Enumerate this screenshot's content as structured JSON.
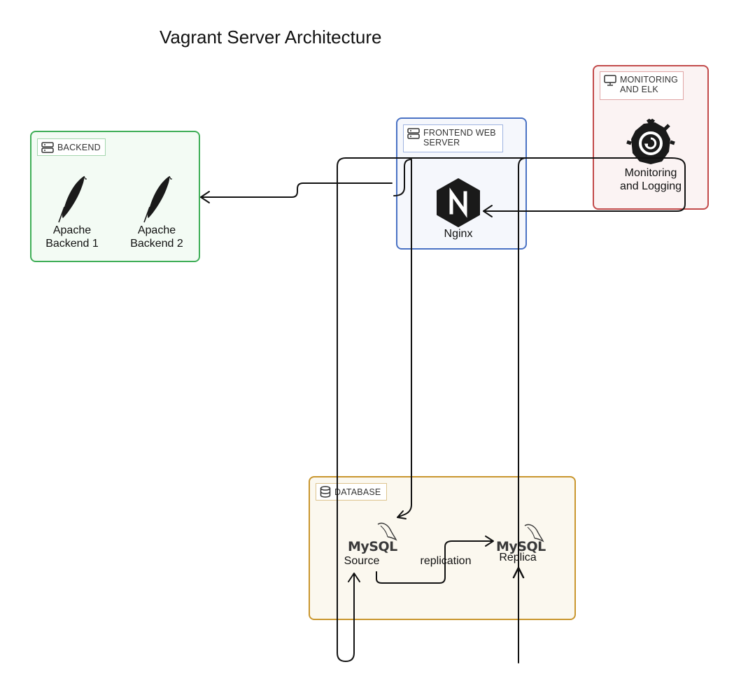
{
  "title": "Vagrant Server Architecture",
  "groups": {
    "backend": {
      "label": "BACKEND",
      "icon": "server-icon",
      "color": "#3fae57"
    },
    "frontend": {
      "label": "FRONTEND WEB SERVER",
      "icon": "server-icon",
      "color": "#4a72c4"
    },
    "monitoring": {
      "label": "MONITORING AND ELK",
      "icon": "monitor-icon",
      "color": "#c24a4a"
    },
    "database": {
      "label": "DATABASE",
      "icon": "database-icon",
      "color": "#c9962e"
    }
  },
  "nodes": {
    "apache1": {
      "label_line1": "Apache",
      "label_line2": "Backend 1",
      "icon": "apache-feather-icon"
    },
    "apache2": {
      "label_line1": "Apache",
      "label_line2": "Backend 2",
      "icon": "apache-feather-icon"
    },
    "nginx": {
      "label": "Nginx",
      "icon": "nginx-icon",
      "logo_text": "N"
    },
    "monitoring": {
      "label_line1": "Monitoring",
      "label_line2": "and Logging",
      "icon": "grafana-icon"
    },
    "mysql_source": {
      "logo_text": "MySQL",
      "label": "Source",
      "icon": "mysql-icon"
    },
    "mysql_replica": {
      "logo_text": "MySQL",
      "label": "Replica",
      "icon": "mysql-icon"
    }
  },
  "edges": {
    "replication_label": "replication"
  }
}
